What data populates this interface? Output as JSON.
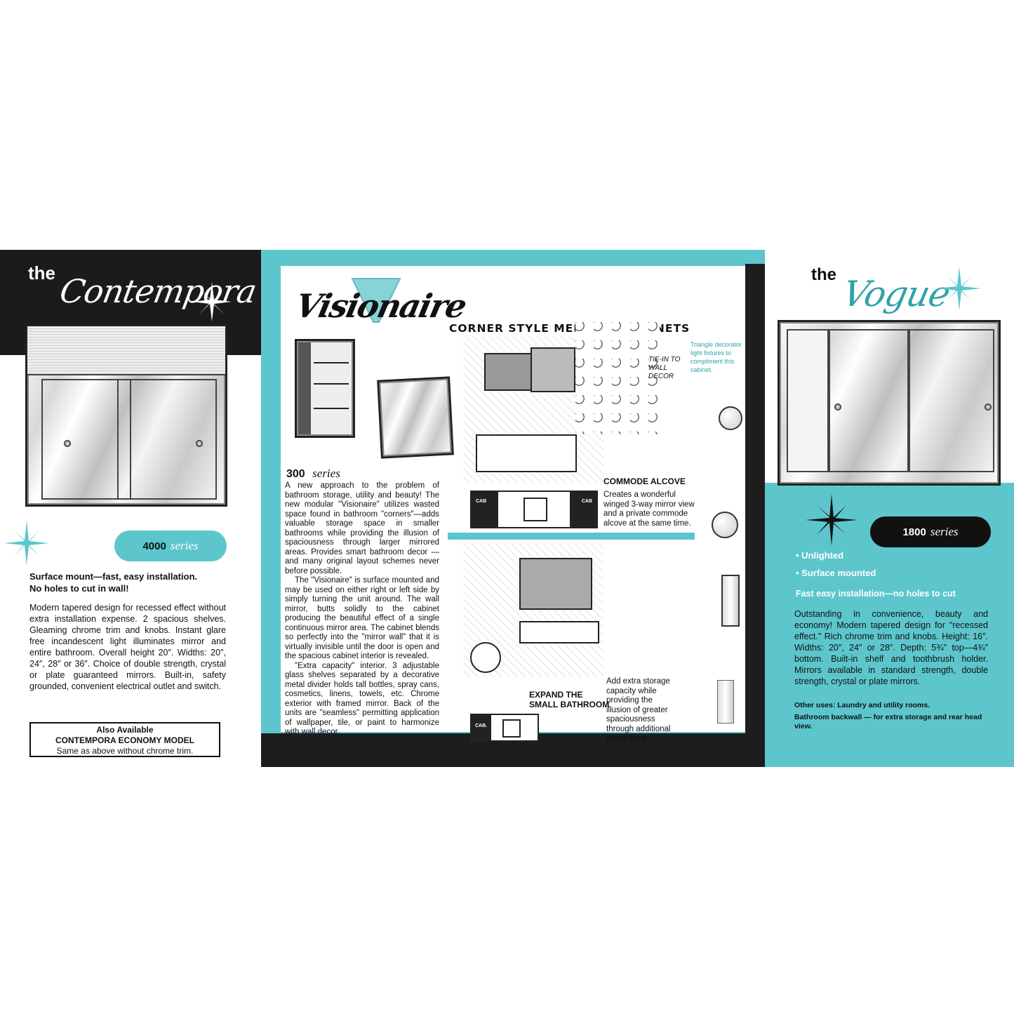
{
  "left": {
    "the": "the",
    "title": "Contempora",
    "series_num": "4000",
    "series_word": "series",
    "headline_1": "Surface mount—fast, easy installation.",
    "headline_2": "No holes to cut in wall!",
    "body": "Modern tapered design for recessed effect without extra installation expense. 2 spacious shelves. Gleaming chrome trim and knobs. Instant glare free incandescent light illuminates mirror and entire bathroom. Overall height 20″. Widths: 20″, 24″, 28″ or 36″. Choice of double strength, crystal or plate guaranteed mirrors. Built-in, safety grounded, convenient electrical outlet and switch.",
    "box_line1": "Also Available",
    "box_line2": "CONTEMPORA ECONOMY MODEL",
    "box_line3": "Same as above without chrome trim."
  },
  "middle": {
    "title": "Visionaire",
    "subtitle": "CORNER STYLE MEDICINE CABINETS",
    "series_num": "300",
    "series_word": "series",
    "body_p1": "A new approach to the problem of bathroom storage, utility and beauty! The new modular \"Visionaire\" utilizes wasted space found in bathroom \"corners\"—adds valuable storage space in smaller bathrooms while providing the illusion of spaciousness through larger mirrored areas. Provides smart bathroom decor — and many original layout schemes never before possible.",
    "body_p2": "The \"Visionaire\" is surface mounted and may be used on either right or left side by simply turning the unit around. The wall mirror, butts solidly to the cabinet producing the beautiful effect of a single continuous mirror area. The cabinet blends so perfectly into the \"mirror wall\" that it is virtually invisible until the door is open and the spacious cabinet interior is revealed.",
    "body_p3": "\"Extra capacity\" interior. 3 adjustable glass shelves separated by a decorative metal divider holds tall bottles, spray cans, cosmetics, linens, towels, etc. Chrome exterior with framed mirror. Back of the units are \"seamless\" permitting application of wallpaper, tile, or paint to harmonize with wall decor.",
    "tie_in_note": "TIE-IN TO WALL DECOR",
    "triangle_note": "Triangle decorator light fixtures to compliment this cabinet.",
    "commode_title": "COMMODE ALCOVE",
    "commode_text": "Creates a wonderful winged 3-way mirror view and a private commode alcove at the same time.",
    "expand_title_1": "EXPAND THE",
    "expand_title_2": "SMALL BATHROOM",
    "expand_text": "Add extra storage capacity while providing the illusion of greater spaciousness through additional mirror area.",
    "cab_label": "CAB",
    "cab_label_dot": "CAB."
  },
  "right": {
    "the": "the",
    "title": "Vogue",
    "series_num": "1800",
    "series_word": "series",
    "bullets": [
      "Unlighted",
      "Surface mounted"
    ],
    "tagline": "Fast easy installation—no holes to cut",
    "body": "Outstanding in convenience, beauty and economy! Modern tapered design for \"recessed effect.\" Rich chrome trim and knobs. Height: 16″. Widths: 20″, 24″ or 28″. Depth: 5¾″ top—4¾″ bottom. Built-in shelf and toothbrush holder. Mirrors available in standard strength, double strength, crystal or plate mirrors.",
    "other_uses": "Other uses: Laundry and utility rooms.",
    "backwall": "Bathroom backwall — for extra storage and rear head view."
  },
  "colors": {
    "teal": "#5cc6cc",
    "teal_dark": "#2fa3ab",
    "black": "#1c1a1a"
  },
  "icons": [
    "sparkle-star-icon",
    "globe-lamp-icon",
    "cylinder-lamp-icon"
  ]
}
